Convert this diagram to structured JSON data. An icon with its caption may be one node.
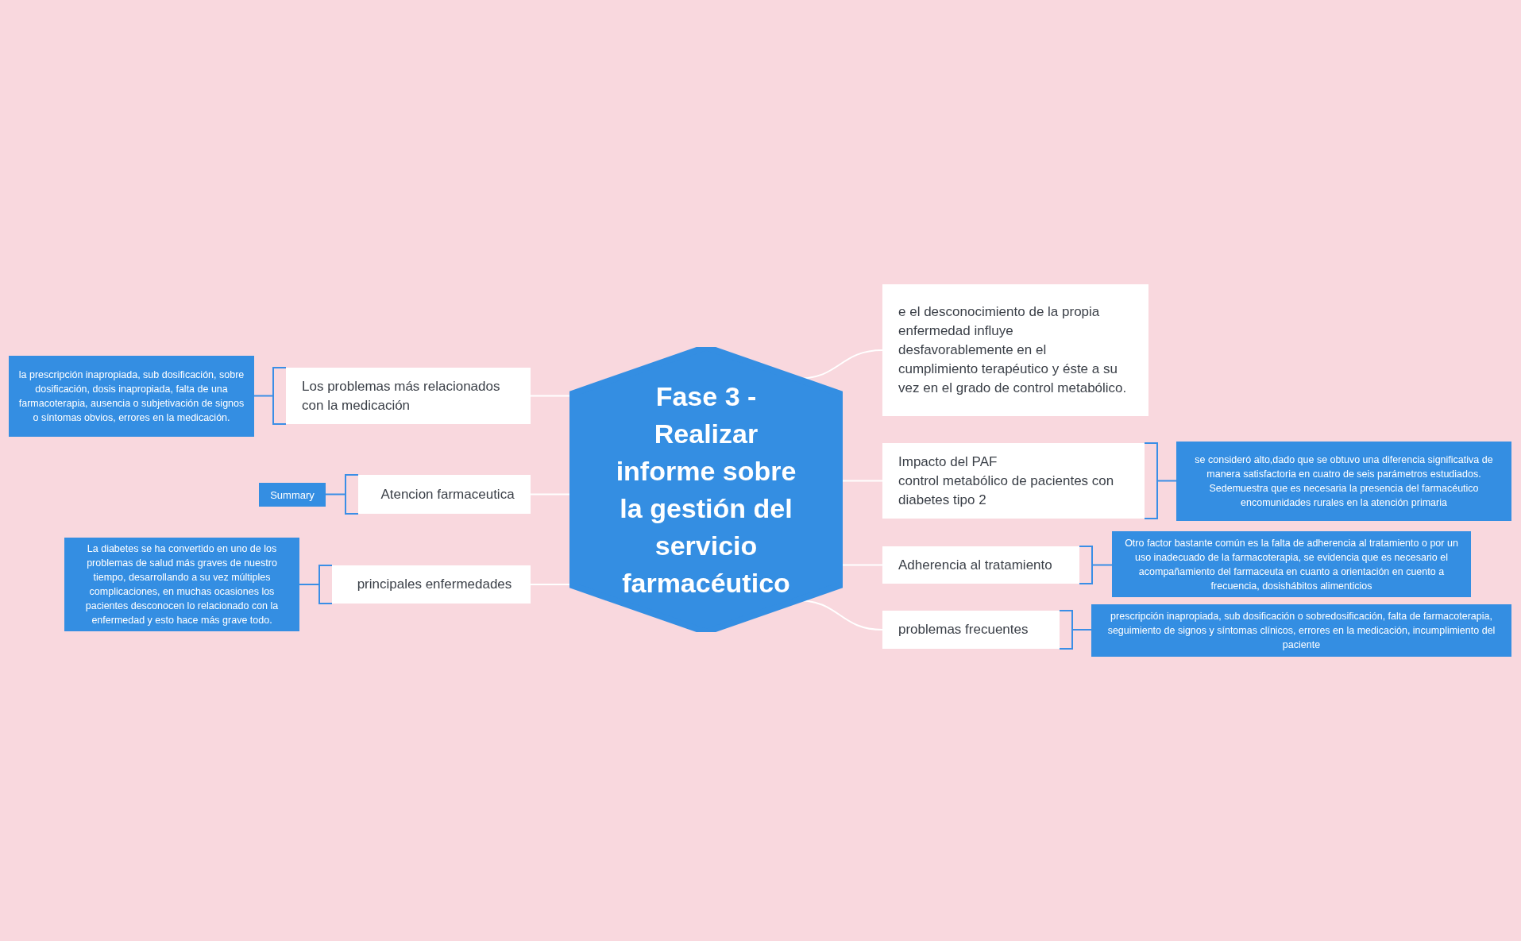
{
  "diagram": {
    "nodes": [
      {
        "text": [
          "Fase 3 - Realizar informe sobre la gestión del servicio farmacéutico"
        ]
      },
      {
        "text": [
          "Los problemas más relacionados con la medicación"
        ]
      },
      {
        "text": [
          "la prescripción inapropiada, sub dosificación, sobre dosificación, dosis inapropiada, falta de una farmacoterapia, ausencia o subjetivación de signos o síntomas obvios, errores en la medicación."
        ]
      },
      {
        "text": [
          "Atencion farmaceutica"
        ]
      },
      {
        "text": [
          "Summary"
        ]
      },
      {
        "text": [
          "principales enfermedades"
        ]
      },
      {
        "text": [
          "La diabetes se ha convertido en uno de los problemas de salud más graves de nuestro tiempo, desarrollando a su vez múltiples complicaciones, en muchas ocasiones los pacientes desconocen lo relacionado con la enfermedad y esto hace más grave todo."
        ]
      },
      {
        "text": [
          "e el desconocimiento de la propia enfermedad influye desfavorablemente en el cumplimiento terapéutico y éste a su vez en el grado de control metabólico."
        ]
      },
      {
        "text": [
          "Impacto del PAF",
          "control metabólico de pacientes con diabetes tipo 2"
        ]
      },
      {
        "text": [
          "se consideró alto,dado que se obtuvo una diferencia significativa de manera satisfactoria en cuatro de seis parámetros estudiados. Sedemuestra que es necesaria la presencia del farmacéutico encomunidades rurales en la atención primaria"
        ]
      },
      {
        "text": [
          "Adherencia al tratamiento"
        ]
      },
      {
        "text": [
          "Otro factor bastante común es la falta de adherencia al tratamiento o por un uso inadecuado de la farmacoterapia, se evidencia que es necesario el acompañamiento del farmaceuta en cuanto a orientación en cuento a frecuencia, dosishábitos alimenticios"
        ]
      },
      {
        "text": [
          "problemas frecuentes"
        ]
      },
      {
        "text": [
          "prescripción inapropiada, sub dosificación o sobredosificación, falta de farmacoterapia, seguimiento de signos y síntomas clínicos, errores en la medicación, incumplimiento del paciente"
        ]
      }
    ],
    "edges": [
      {
        "from": 0,
        "to": 1,
        "arrow": "none",
        "color": "#ffffff"
      },
      {
        "from": 0,
        "to": 3,
        "arrow": "none",
        "color": "#ffffff"
      },
      {
        "from": 0,
        "to": 5,
        "arrow": "none",
        "color": "#ffffff"
      },
      {
        "from": 0,
        "to": 7,
        "arrow": "none",
        "color": "#ffffff"
      },
      {
        "from": 0,
        "to": 8,
        "arrow": "none",
        "color": "#ffffff"
      },
      {
        "from": 0,
        "to": 10,
        "arrow": "none",
        "color": "#ffffff"
      },
      {
        "from": 0,
        "to": 12,
        "arrow": "none",
        "color": "#ffffff"
      },
      {
        "from": 1,
        "to": 2,
        "arrow": "none",
        "color": "#3a8ee6"
      },
      {
        "from": 3,
        "to": 4,
        "arrow": "none",
        "color": "#3a8ee6"
      },
      {
        "from": 5,
        "to": 6,
        "arrow": "none",
        "color": "#3a8ee6"
      },
      {
        "from": 8,
        "to": 9,
        "arrow": "none",
        "color": "#3a8ee6"
      },
      {
        "from": 10,
        "to": 11,
        "arrow": "none",
        "color": "#3a8ee6"
      },
      {
        "from": 12,
        "to": 13,
        "arrow": "none",
        "color": "#3a8ee6"
      }
    ]
  }
}
